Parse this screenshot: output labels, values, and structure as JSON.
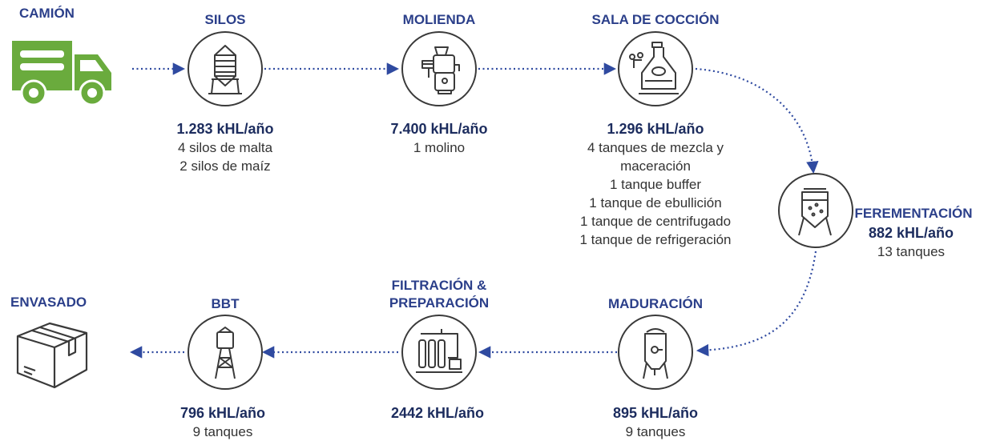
{
  "colors": {
    "title": "#2b3f8a",
    "capacity": "#1c2c5e",
    "arrow": "#2f4aa0",
    "truck": "#6aab3d",
    "icon_stroke": "#3a3a3a",
    "circle_border": "#3a3a3a"
  },
  "stages": {
    "camion": {
      "title": "CAMIÓN",
      "icon": "truck-icon"
    },
    "silos": {
      "title": "SILOS",
      "icon": "silo-icon",
      "capacity": "1.283 kHL/año",
      "details": [
        "4 silos de malta",
        "2 silos de maíz"
      ]
    },
    "molienda": {
      "title": "MOLIENDA",
      "icon": "mill-icon",
      "capacity": "7.400 kHL/año",
      "details": [
        "1 molino"
      ]
    },
    "coccion": {
      "title": "SALA DE COCCIÓN",
      "icon": "brew-kettle-icon",
      "capacity": "1.296 kHL/año",
      "details": [
        "4 tanques de mezcla y",
        "maceración",
        "1 tanque buffer",
        "1 tanque de ebullición",
        "1 tanque de centrifugado",
        "1 tanque de refrigeración"
      ]
    },
    "fermentacion": {
      "title": "FEREMENTACIÓN",
      "icon": "fermenter-icon",
      "capacity": "882 kHL/año",
      "details": [
        "13 tanques"
      ]
    },
    "maduracion": {
      "title": "MADURACIÓN",
      "icon": "maturation-tank-icon",
      "capacity": "895 kHL/año",
      "details": [
        "9 tanques"
      ]
    },
    "filtracion": {
      "title_lines": [
        "FILTRACIÓN &",
        "PREPARACIÓN"
      ],
      "icon": "filter-icon",
      "capacity": "2442 kHL/año"
    },
    "bbt": {
      "title": "BBT",
      "icon": "water-tower-icon",
      "capacity": "796 kHL/año",
      "details": [
        "9 tanques"
      ]
    },
    "envasado": {
      "title": "ENVASADO",
      "icon": "package-box-icon"
    }
  }
}
